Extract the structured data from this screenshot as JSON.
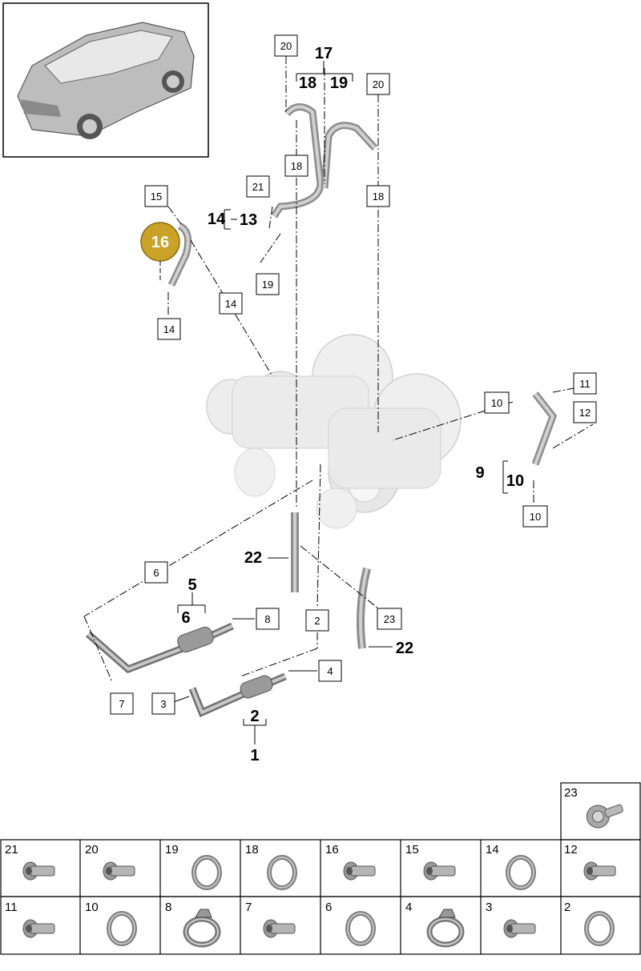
{
  "diagram": {
    "boxed_labels": {
      "l20a": "20",
      "l20b": "20",
      "l18a": "18",
      "l18b": "18",
      "l21": "21",
      "l15": "15",
      "l19": "19",
      "l14a": "14",
      "l14b": "14",
      "l11": "11",
      "l12": "12",
      "l10a": "10",
      "l10b": "10",
      "l6": "6",
      "l8": "8",
      "l2": "2",
      "l23": "23",
      "l4": "4",
      "l3": "3",
      "l7": "7"
    },
    "bold_labels": {
      "b17": "17",
      "b18": "18",
      "b19": "19",
      "b14": "14",
      "b13": "13",
      "b9": "9",
      "b10": "10",
      "b22a": "22",
      "b22b": "22",
      "b5": "5",
      "b6": "6",
      "b2": "2",
      "b1": "1"
    },
    "highlight_label": "16",
    "highlight_color": "#c9a227"
  },
  "parts_table": {
    "row0": [
      {
        "num": "23",
        "icon": "screw-washer-icon"
      }
    ],
    "row1": [
      {
        "num": "21",
        "icon": "bolt-icon"
      },
      {
        "num": "20",
        "icon": "bolt-icon"
      },
      {
        "num": "19",
        "icon": "o-ring-icon"
      },
      {
        "num": "18",
        "icon": "o-ring-icon"
      },
      {
        "num": "16",
        "icon": "bolt-icon"
      },
      {
        "num": "15",
        "icon": "bolt-icon"
      },
      {
        "num": "14",
        "icon": "o-ring-icon"
      },
      {
        "num": "12",
        "icon": "bolt-icon"
      }
    ],
    "row2": [
      {
        "num": "11",
        "icon": "bolt-icon"
      },
      {
        "num": "10",
        "icon": "o-ring-icon"
      },
      {
        "num": "8",
        "icon": "hose-clamp-icon"
      },
      {
        "num": "7",
        "icon": "bolt-icon"
      },
      {
        "num": "6",
        "icon": "o-ring-icon"
      },
      {
        "num": "4",
        "icon": "hose-clamp-icon"
      },
      {
        "num": "3",
        "icon": "bolt-icon"
      },
      {
        "num": "2",
        "icon": "o-ring-icon"
      }
    ]
  }
}
